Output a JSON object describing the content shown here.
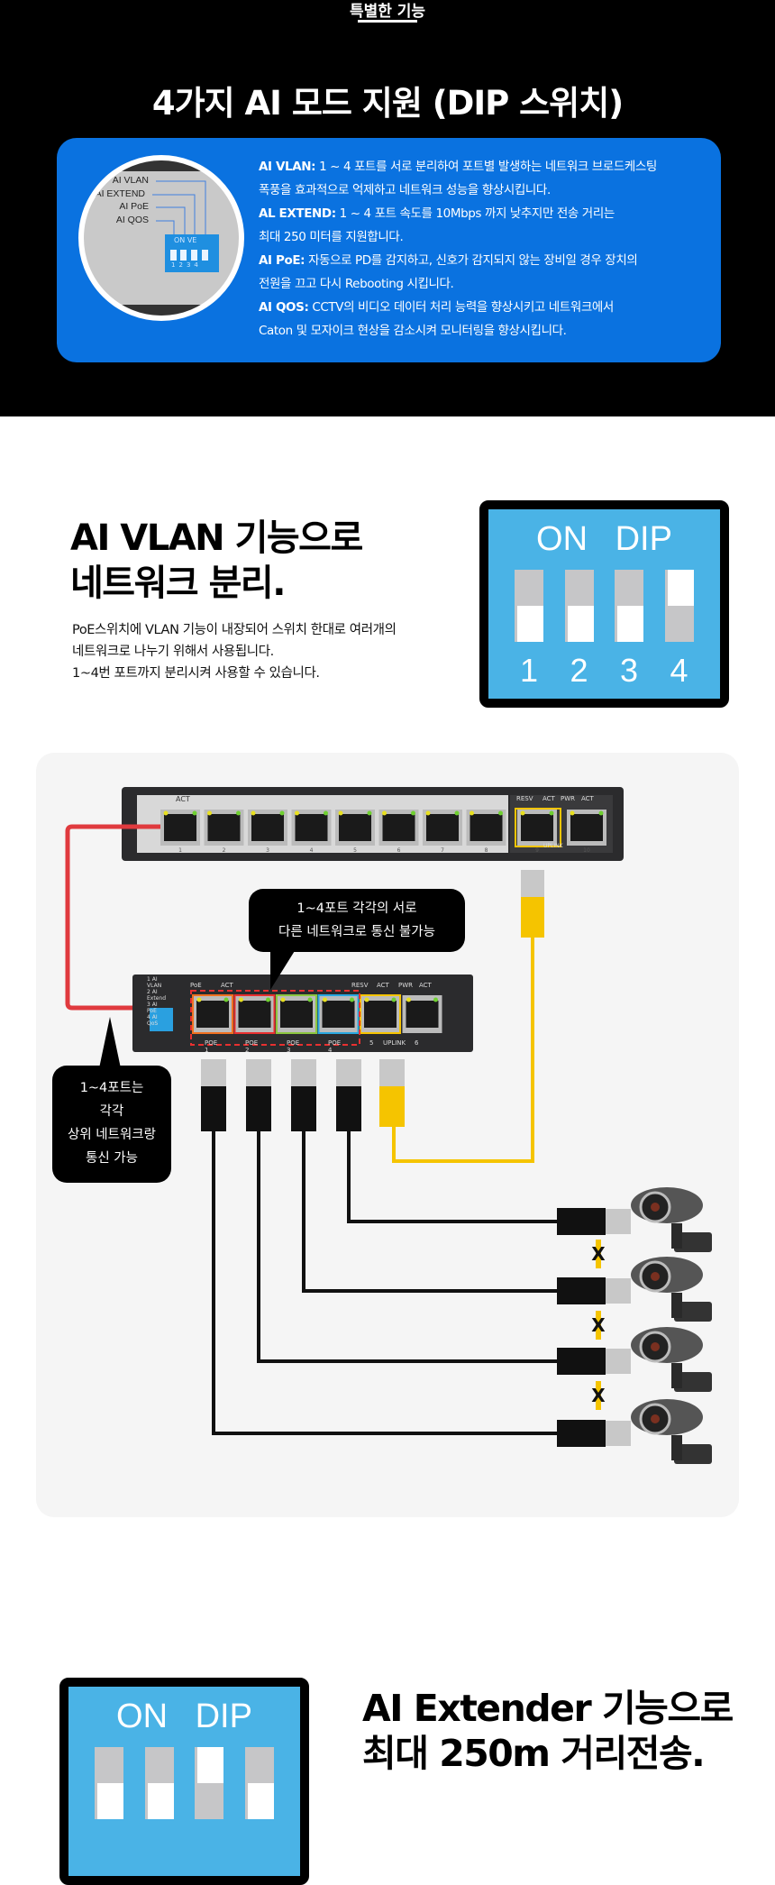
{
  "header": {
    "kicker": "특별한 기능",
    "title": "4가지 AI 모드 지원 (DIP 스위치)"
  },
  "dip_panel": {
    "labels": [
      "AI VLAN",
      "AI EXTEND",
      "AI PoE",
      "AI QOS"
    ],
    "switch_text": "ON VE",
    "numbers": [
      "1",
      "2",
      "3",
      "4"
    ]
  },
  "features": [
    {
      "name": "AI VLAN:",
      "lines": [
        "1 ~ 4 포트를 서로 분리하여 포트별 발생하는 네트워크 브로드케스팅",
        "폭풍을 효과적으로 억제하고 네트워크 성능을 향상시킵니다."
      ]
    },
    {
      "name": "AL EXTEND:",
      "lines": [
        "1 ~ 4 포트 속도를 10Mbps 까지 낮추지만 전송 거리는",
        "최대 250 미터를 지원합니다."
      ]
    },
    {
      "name": "AI PoE:",
      "lines": [
        "자동으로 PD를 감지하고, 신호가 감지되지 않는 장비일 경우 장치의",
        "전원을 끄고 다시 Rebooting 시킵니다."
      ]
    },
    {
      "name": "AI QOS:",
      "lines": [
        "CCTV의 비디오 데이터 처리 능력을 향상시키고 네트워크에서",
        "Caton 및 모자이크 현상을 감소시켜 모니터링을 향상시킵니다."
      ]
    }
  ],
  "vlan": {
    "title_line1": "AI VLAN 기능으로",
    "title_line2": "네트워크 분리.",
    "desc": [
      "PoE스위치에 VLAN 기능이 내장되어 스위치 한대로 여러개의",
      "네트워크로 나누기 위해서 사용됩니다.",
      "1~4번 포트까지 분리시켜 사용할 수 있습니다."
    ],
    "dip": {
      "label_on": "ON",
      "label_dip": "DIP",
      "numbers": [
        "1",
        "2",
        "3",
        "4"
      ],
      "states": [
        "on",
        "on",
        "on",
        "off"
      ]
    }
  },
  "diagram": {
    "bubble_top": [
      "1~4포트 각각의 서로",
      "다른 네트워크로 통신 불가능"
    ],
    "bubble_left": [
      "1~4포트는",
      "각각",
      "상위 네트워크랑",
      "통신 가능"
    ],
    "big_switch": {
      "act": "ACT",
      "resv": "RESV",
      "act2": "ACT",
      "pwr": "PWR",
      "act3": "ACT",
      "ports": [
        "1",
        "2",
        "3",
        "4",
        "5",
        "6",
        "7",
        "8",
        "9",
        "10"
      ],
      "uplink": "UPLINK"
    },
    "small_switch": {
      "modes": [
        "1 AI VLAN",
        "2 AI Extend",
        "3 AI PoE",
        "4 AI QoS"
      ],
      "poe": "PoE",
      "act": "ACT",
      "resv": "RESV",
      "act2": "ACT",
      "pwr": "PWR",
      "act3": "ACT",
      "port_labels": [
        "POE 1",
        "POE 2",
        "POE 3",
        "POE 4",
        "5",
        "UPLINK",
        "6"
      ],
      "port_colors": [
        "#f07020",
        "#e83030",
        "#8cc63f",
        "#29a8e0",
        "#f5c400"
      ]
    },
    "blocked_mark": "X",
    "cable_colors": {
      "uplink": "#e03a3e",
      "yellow": "#f5c400",
      "black": "#111111"
    }
  },
  "extender": {
    "title_line1": "AI Extender 기능으로",
    "title_line2": "최대 250m 거리전송.",
    "dip": {
      "label_on": "ON",
      "label_dip": "DIP",
      "states": [
        "on",
        "on",
        "off",
        "on"
      ]
    }
  },
  "colors": {
    "feature_box": "#0a72e0",
    "dip_blue": "#4ab3e6"
  }
}
